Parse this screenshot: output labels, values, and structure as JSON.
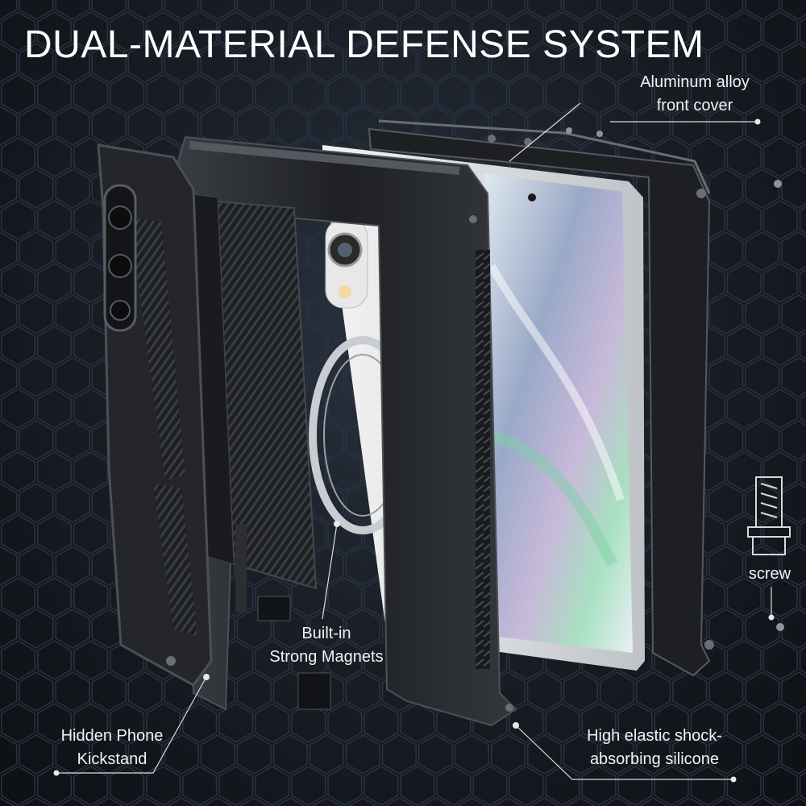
{
  "headline": "DUAL-MATERIAL DEFENSE SYSTEM",
  "callouts": {
    "front_cover": {
      "line1": "Aluminum alloy",
      "line2": "front cover"
    },
    "screw": {
      "line1": "screw"
    },
    "magnets": {
      "line1": "Built-in",
      "line2": "Strong Magnets"
    },
    "kickstand": {
      "line1": "Hidden Phone",
      "line2": "Kickstand"
    },
    "silicone": {
      "line1": "High elastic shock-",
      "line2": "absorbing silicone"
    }
  },
  "colors": {
    "background": "#141920",
    "hex_pattern": "#2a3342",
    "frame_metal": "#2b2d31",
    "silicone": "#1c1d20",
    "screen_glass": "#c7d3dd",
    "leader_lines": "#dcdcdc",
    "text": "#ffffff"
  },
  "icons": [
    "screw-detail-icon",
    "camera-lens-icon",
    "magnetic-ring-icon"
  ]
}
